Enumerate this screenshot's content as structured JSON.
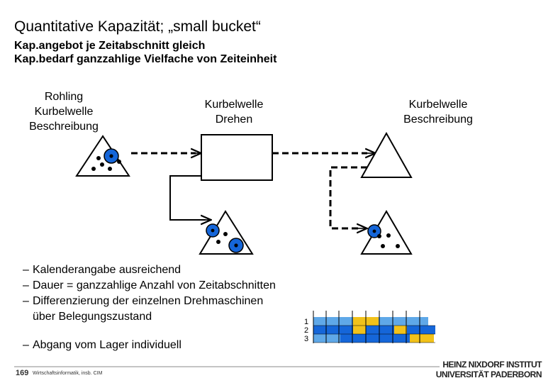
{
  "slide": {
    "title": "Quantitative Kapazität; „small bucket“",
    "subtitle_line1": "Kap.angebot je Zeitabschnitt gleich",
    "subtitle_line2": "Kap.bedarf ganzzahlige Vielfache von Zeiteinheit"
  },
  "diagram": {
    "node_left": [
      "Rohling",
      "Kurbelwelle",
      "Beschreibung"
    ],
    "node_middle": [
      "Kurbelwelle",
      "Drehen"
    ],
    "node_right": [
      "Kurbelwelle",
      "Beschreibung"
    ]
  },
  "bullets": [
    "Kalenderangabe ausreichend",
    "Dauer = ganzzahlige Anzahl von Zeitabschnitten",
    "Differenzierung der einzelnen Drehmaschinen",
    "über Belegungszustand"
  ],
  "bullet_last": "Abgang vom Lager individuell",
  "bullet_dash": "–",
  "schedule": {
    "row_labels": [
      "1",
      "2",
      "3"
    ],
    "colors": {
      "light_blue": "#5fa8e8",
      "blue": "#1566d9",
      "yellow": "#f2c21a"
    }
  },
  "footer": {
    "page_number": "169",
    "text": "Wirtschaftsinformatik, insb. CIM",
    "logo_line1": "HEINZ NIXDORF INSTITUT",
    "logo_line2": "UNIVERSITÄT PADERBORN"
  }
}
